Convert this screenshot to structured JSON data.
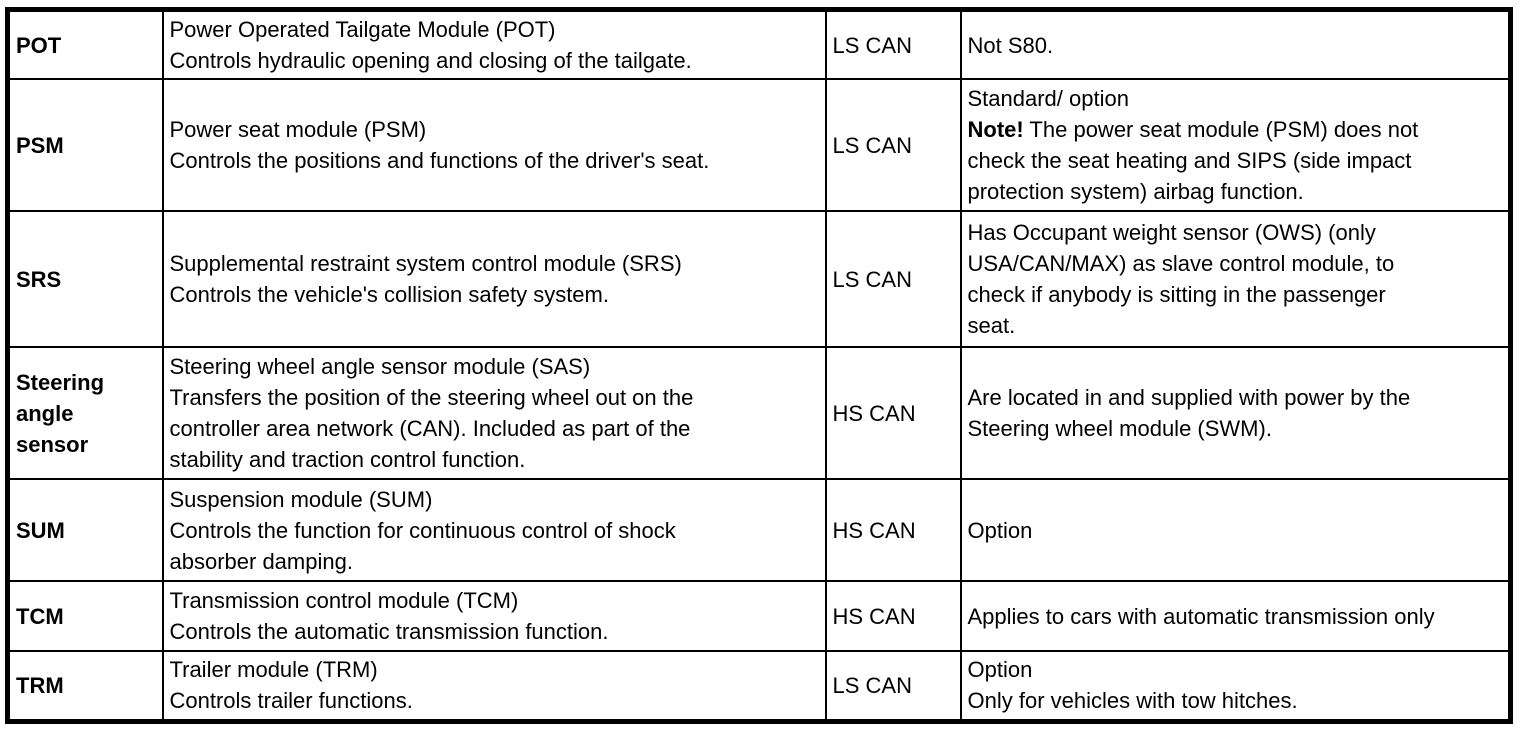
{
  "document": {
    "type": "control-module-reference-table",
    "colors": {
      "text": "#000000",
      "background": "#ffffff",
      "border": "#000000"
    }
  },
  "table": {
    "rows": [
      {
        "abbr": "POT",
        "description": "Power Operated Tailgate Module (POT)\nControls hydraulic opening and closing of the tailgate.",
        "network": "LS CAN",
        "notes": [
          {
            "text": "Not S80."
          }
        ]
      },
      {
        "abbr": "PSM",
        "description": "Power seat module (PSM)\nControls the positions and functions of the driver's seat.",
        "network": "LS CAN",
        "notes": [
          {
            "text": "Standard/ option\n"
          },
          {
            "text": "Note!",
            "bold": true
          },
          {
            "text": " The power seat module (PSM) does not\ncheck the seat heating and SIPS (side impact\nprotection system) airbag function."
          }
        ]
      },
      {
        "abbr": "SRS",
        "description": "Supplemental restraint system control module (SRS)\nControls the vehicle's collision safety system.",
        "network": "LS CAN",
        "notes": [
          {
            "text": "Has Occupant weight sensor (OWS) (only\nUSA/CAN/MAX) as slave control module, to\ncheck if anybody is sitting in the passenger\nseat."
          }
        ]
      },
      {
        "abbr": "Steering\nangle\nsensor",
        "description": "Steering wheel angle sensor module (SAS)\nTransfers the position of the steering wheel out on the\ncontroller area network (CAN). Included as part of the\nstability and traction control function.",
        "network": "HS CAN",
        "notes": [
          {
            "text": "Are located in and supplied with power by the\nSteering wheel module (SWM)."
          }
        ]
      },
      {
        "abbr": "SUM",
        "description": "Suspension module (SUM)\nControls the function for continuous control of shock\nabsorber damping.",
        "network": "HS CAN",
        "notes": [
          {
            "text": "Option"
          }
        ]
      },
      {
        "abbr": "TCM",
        "description": "Transmission control module (TCM)\nControls the automatic transmission function.",
        "network": "HS CAN",
        "notes": [
          {
            "text": "Applies to cars with automatic transmission only"
          }
        ]
      },
      {
        "abbr": "TRM",
        "description": "Trailer module (TRM)\nControls trailer functions.",
        "network": "LS CAN",
        "notes": [
          {
            "text": "Option\nOnly for vehicles with tow hitches."
          }
        ]
      }
    ]
  }
}
